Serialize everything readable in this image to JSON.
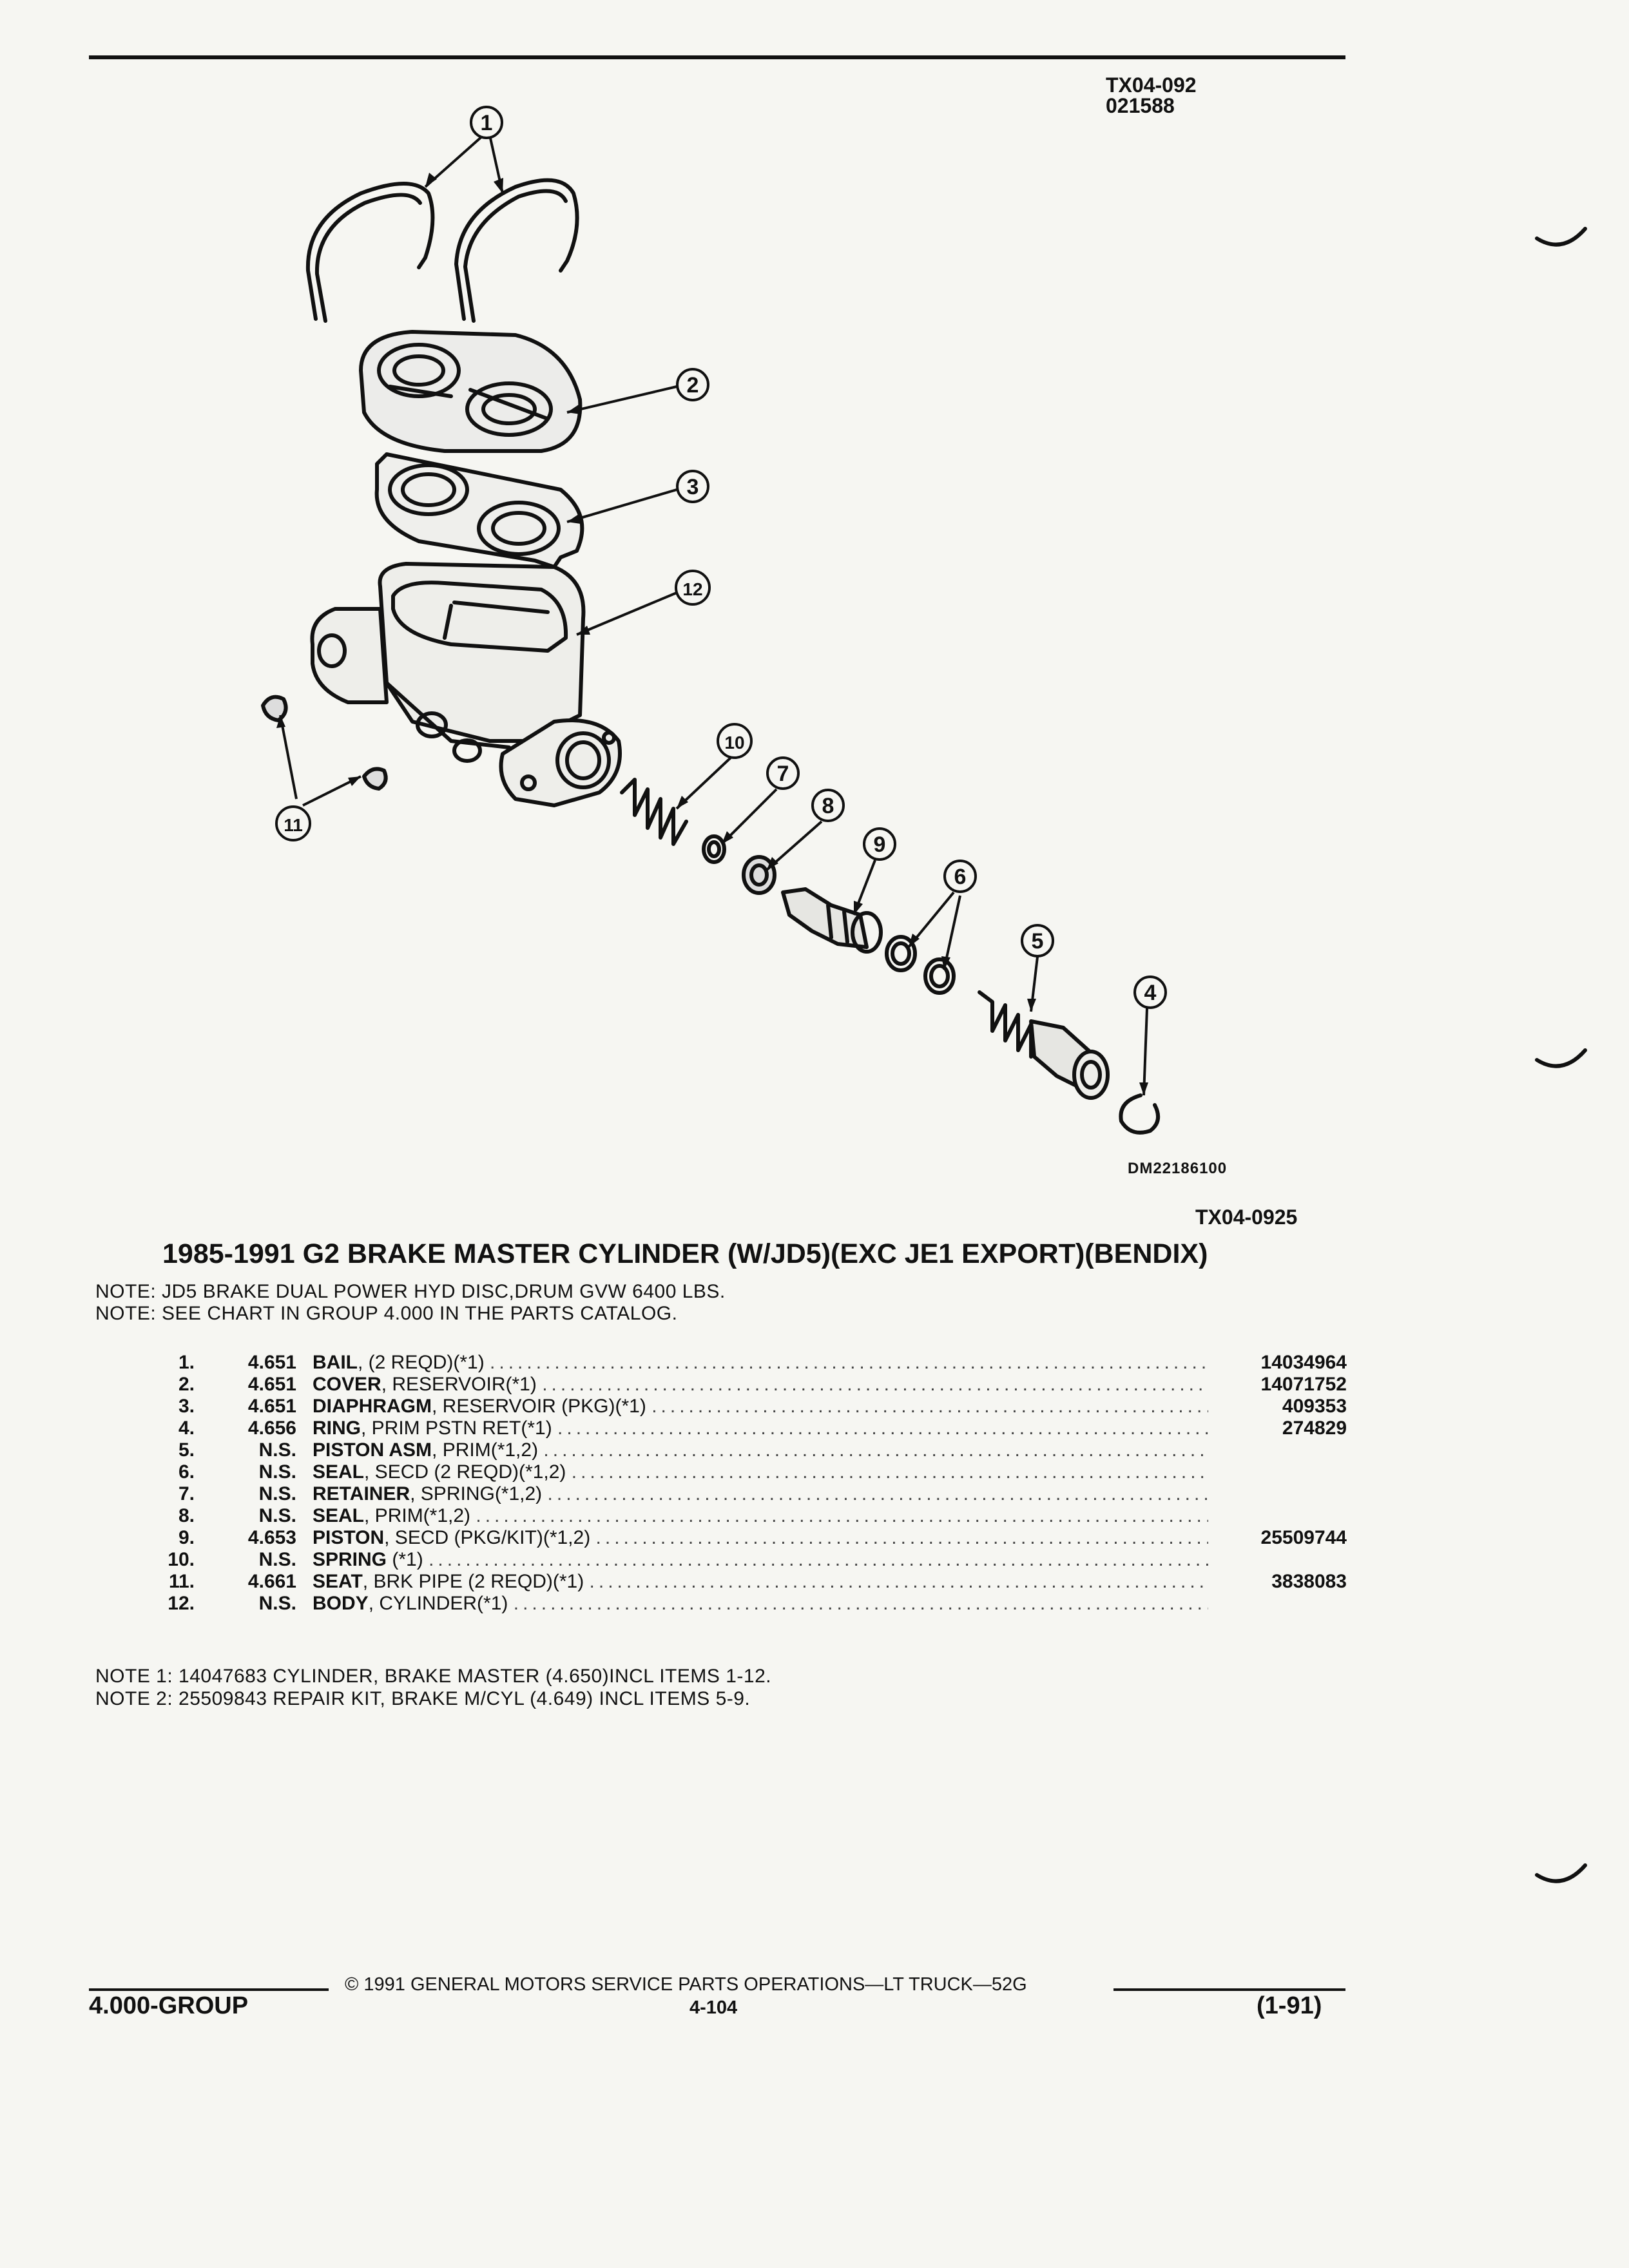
{
  "header": {
    "code_1": "TX04-092",
    "code_2": "021588"
  },
  "diagram": {
    "drawing_number": "DM22186100",
    "figure_code": "TX04-0925",
    "callouts": [
      "1",
      "2",
      "3",
      "12",
      "11",
      "10",
      "7",
      "8",
      "9",
      "6",
      "5",
      "4"
    ]
  },
  "title": "1985-1991 G2 BRAKE MASTER CYLINDER (W/JD5)(EXC JE1 EXPORT)(BENDIX)",
  "notes": [
    "NOTE:  JD5 BRAKE DUAL POWER HYD DISC,DRUM GVW 6400 LBS.",
    "NOTE:  SEE CHART IN GROUP 4.000 IN THE PARTS CATALOG."
  ],
  "parts": [
    {
      "num": "1.",
      "group": "4.651",
      "name": "BAIL",
      "detail": ", (2 REQD)(*1)",
      "part": "14034964"
    },
    {
      "num": "2.",
      "group": "4.651",
      "name": "COVER",
      "detail": ", RESERVOIR(*1)",
      "part": "14071752"
    },
    {
      "num": "3.",
      "group": "4.651",
      "name": "DIAPHRAGM",
      "detail": ", RESERVOIR (PKG)(*1)",
      "part": "409353"
    },
    {
      "num": "4.",
      "group": "4.656",
      "name": "RING",
      "detail": ", PRIM PSTN RET(*1)",
      "part": "274829"
    },
    {
      "num": "5.",
      "group": "N.S.",
      "name": "PISTON ASM",
      "detail": ", PRIM(*1,2)",
      "part": ""
    },
    {
      "num": "6.",
      "group": "N.S.",
      "name": "SEAL",
      "detail": ", SECD (2 REQD)(*1,2)",
      "part": ""
    },
    {
      "num": "7.",
      "group": "N.S.",
      "name": "RETAINER",
      "detail": ", SPRING(*1,2)",
      "part": ""
    },
    {
      "num": "8.",
      "group": "N.S.",
      "name": "SEAL",
      "detail": ", PRIM(*1,2)",
      "part": ""
    },
    {
      "num": "9.",
      "group": "4.653",
      "name": "PISTON",
      "detail": ", SECD (PKG/KIT)(*1,2)",
      "part": "25509744"
    },
    {
      "num": "10.",
      "group": "N.S.",
      "name": "SPRING",
      "detail": " (*1)",
      "part": ""
    },
    {
      "num": "11.",
      "group": "4.661",
      "name": "SEAT",
      "detail": ", BRK PIPE (2 REQD)(*1)",
      "part": "3838083"
    },
    {
      "num": "12.",
      "group": "N.S.",
      "name": "BODY",
      "detail": ", CYLINDER(*1)",
      "part": ""
    }
  ],
  "bottom_notes": [
    "NOTE  1:  14047683 CYLINDER, BRAKE MASTER (4.650)INCL ITEMS 1-12.",
    "NOTE  2:  25509843 REPAIR KIT, BRAKE M/CYL (4.649) INCL ITEMS 5-9."
  ],
  "footer": {
    "copyright": "©  1991  GENERAL MOTORS SERVICE PARTS OPERATIONS—LT TRUCK—52G",
    "group": "4.000-GROUP",
    "page": "4-104",
    "date": "(1-91)"
  }
}
